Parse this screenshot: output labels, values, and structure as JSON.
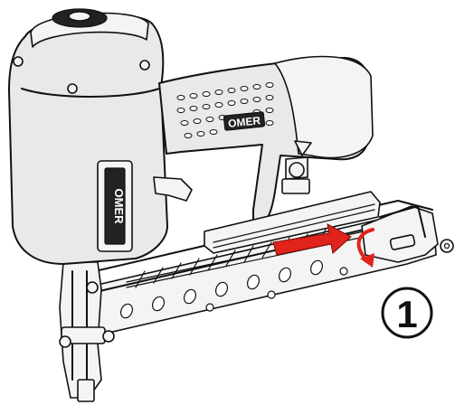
{
  "diagram": {
    "brand_side": "OMER",
    "brand_handle": "OMER",
    "step_number": "1",
    "colors": {
      "body": "#e9e9e9",
      "outline": "#111111",
      "arrow": "#e0231c"
    },
    "icons": [
      "nail-gun-illustration",
      "push-arrow-icon",
      "rotate-arrow-icon",
      "step-number-badge"
    ]
  }
}
